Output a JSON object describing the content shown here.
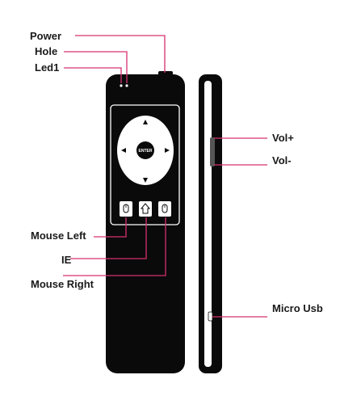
{
  "labels": {
    "power": "Power",
    "hole": "Hole",
    "led1": "Led1",
    "mouse_left": "Mouse Left",
    "ie": "IE",
    "mouse_right": "Mouse Right",
    "vol_plus": "Vol+",
    "vol_minus": "Vol-",
    "micro_usb": "Micro Usb"
  },
  "remote": {
    "enter_label": "ENTER"
  },
  "colors": {
    "leader_line": "#d6306f",
    "body": "#0a0a0a",
    "panel_border": "#ffffff",
    "side_highlight": "#ffffff"
  }
}
